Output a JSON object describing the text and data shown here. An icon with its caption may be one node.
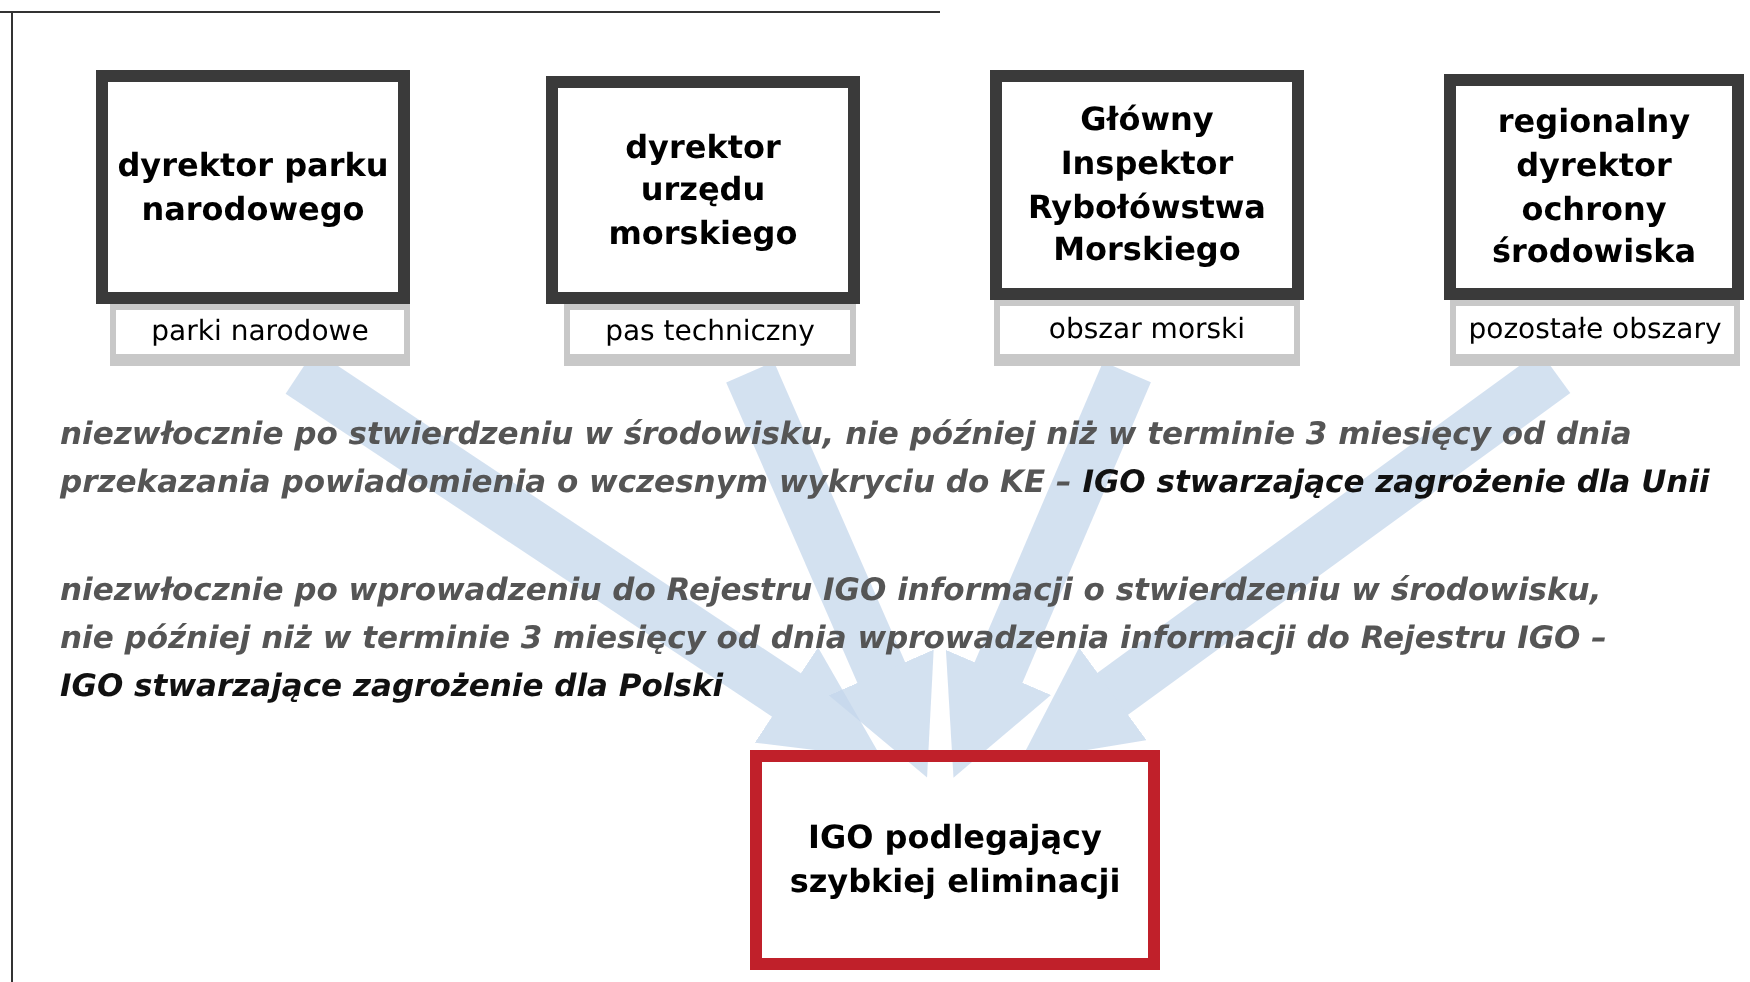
{
  "diagram": {
    "nodes": [
      {
        "text": [
          "dyrektor parku narodowego"
        ]
      },
      {
        "text": [
          "parki narodowe"
        ]
      },
      {
        "text": [
          "dyrektor urzędu morskiego"
        ]
      },
      {
        "text": [
          "pas techniczny"
        ]
      },
      {
        "text": [
          "Główny Inspektor Rybołówstwa Morskiego"
        ]
      },
      {
        "text": [
          "obszar morski"
        ]
      },
      {
        "text": [
          "regionalny dyrektor ochrony środowiska"
        ]
      },
      {
        "text": [
          "pozostałe obszary"
        ]
      },
      {
        "text": [
          "IGO podlegający szybkiej eliminacji"
        ]
      }
    ],
    "edges": [
      {
        "from": 1,
        "to": 8,
        "arrow": "to"
      },
      {
        "from": 3,
        "to": 8,
        "arrow": "to"
      },
      {
        "from": 5,
        "to": 8,
        "arrow": "to"
      },
      {
        "from": 7,
        "to": 8,
        "arrow": "to"
      }
    ],
    "labels": [
      "niezwłocznie po stwierdzeniu w środowisku, nie później niż w terminie 3 miesięcy od dnia przekazania powiadomienia o wczesnym wykryciu do KE – **IGO stwarzające zagrożenie dla Unii**",
      "niezwłocznie po wprowadzeniu do Rejestru IGO informacji o stwierdzeniu w środowisku, nie później niż w terminie 3 miesięcy od dnia wprowadzenia informacji do Rejestru IGO – **IGO stwarzające zagrożenie dla Polski**"
    ]
  }
}
